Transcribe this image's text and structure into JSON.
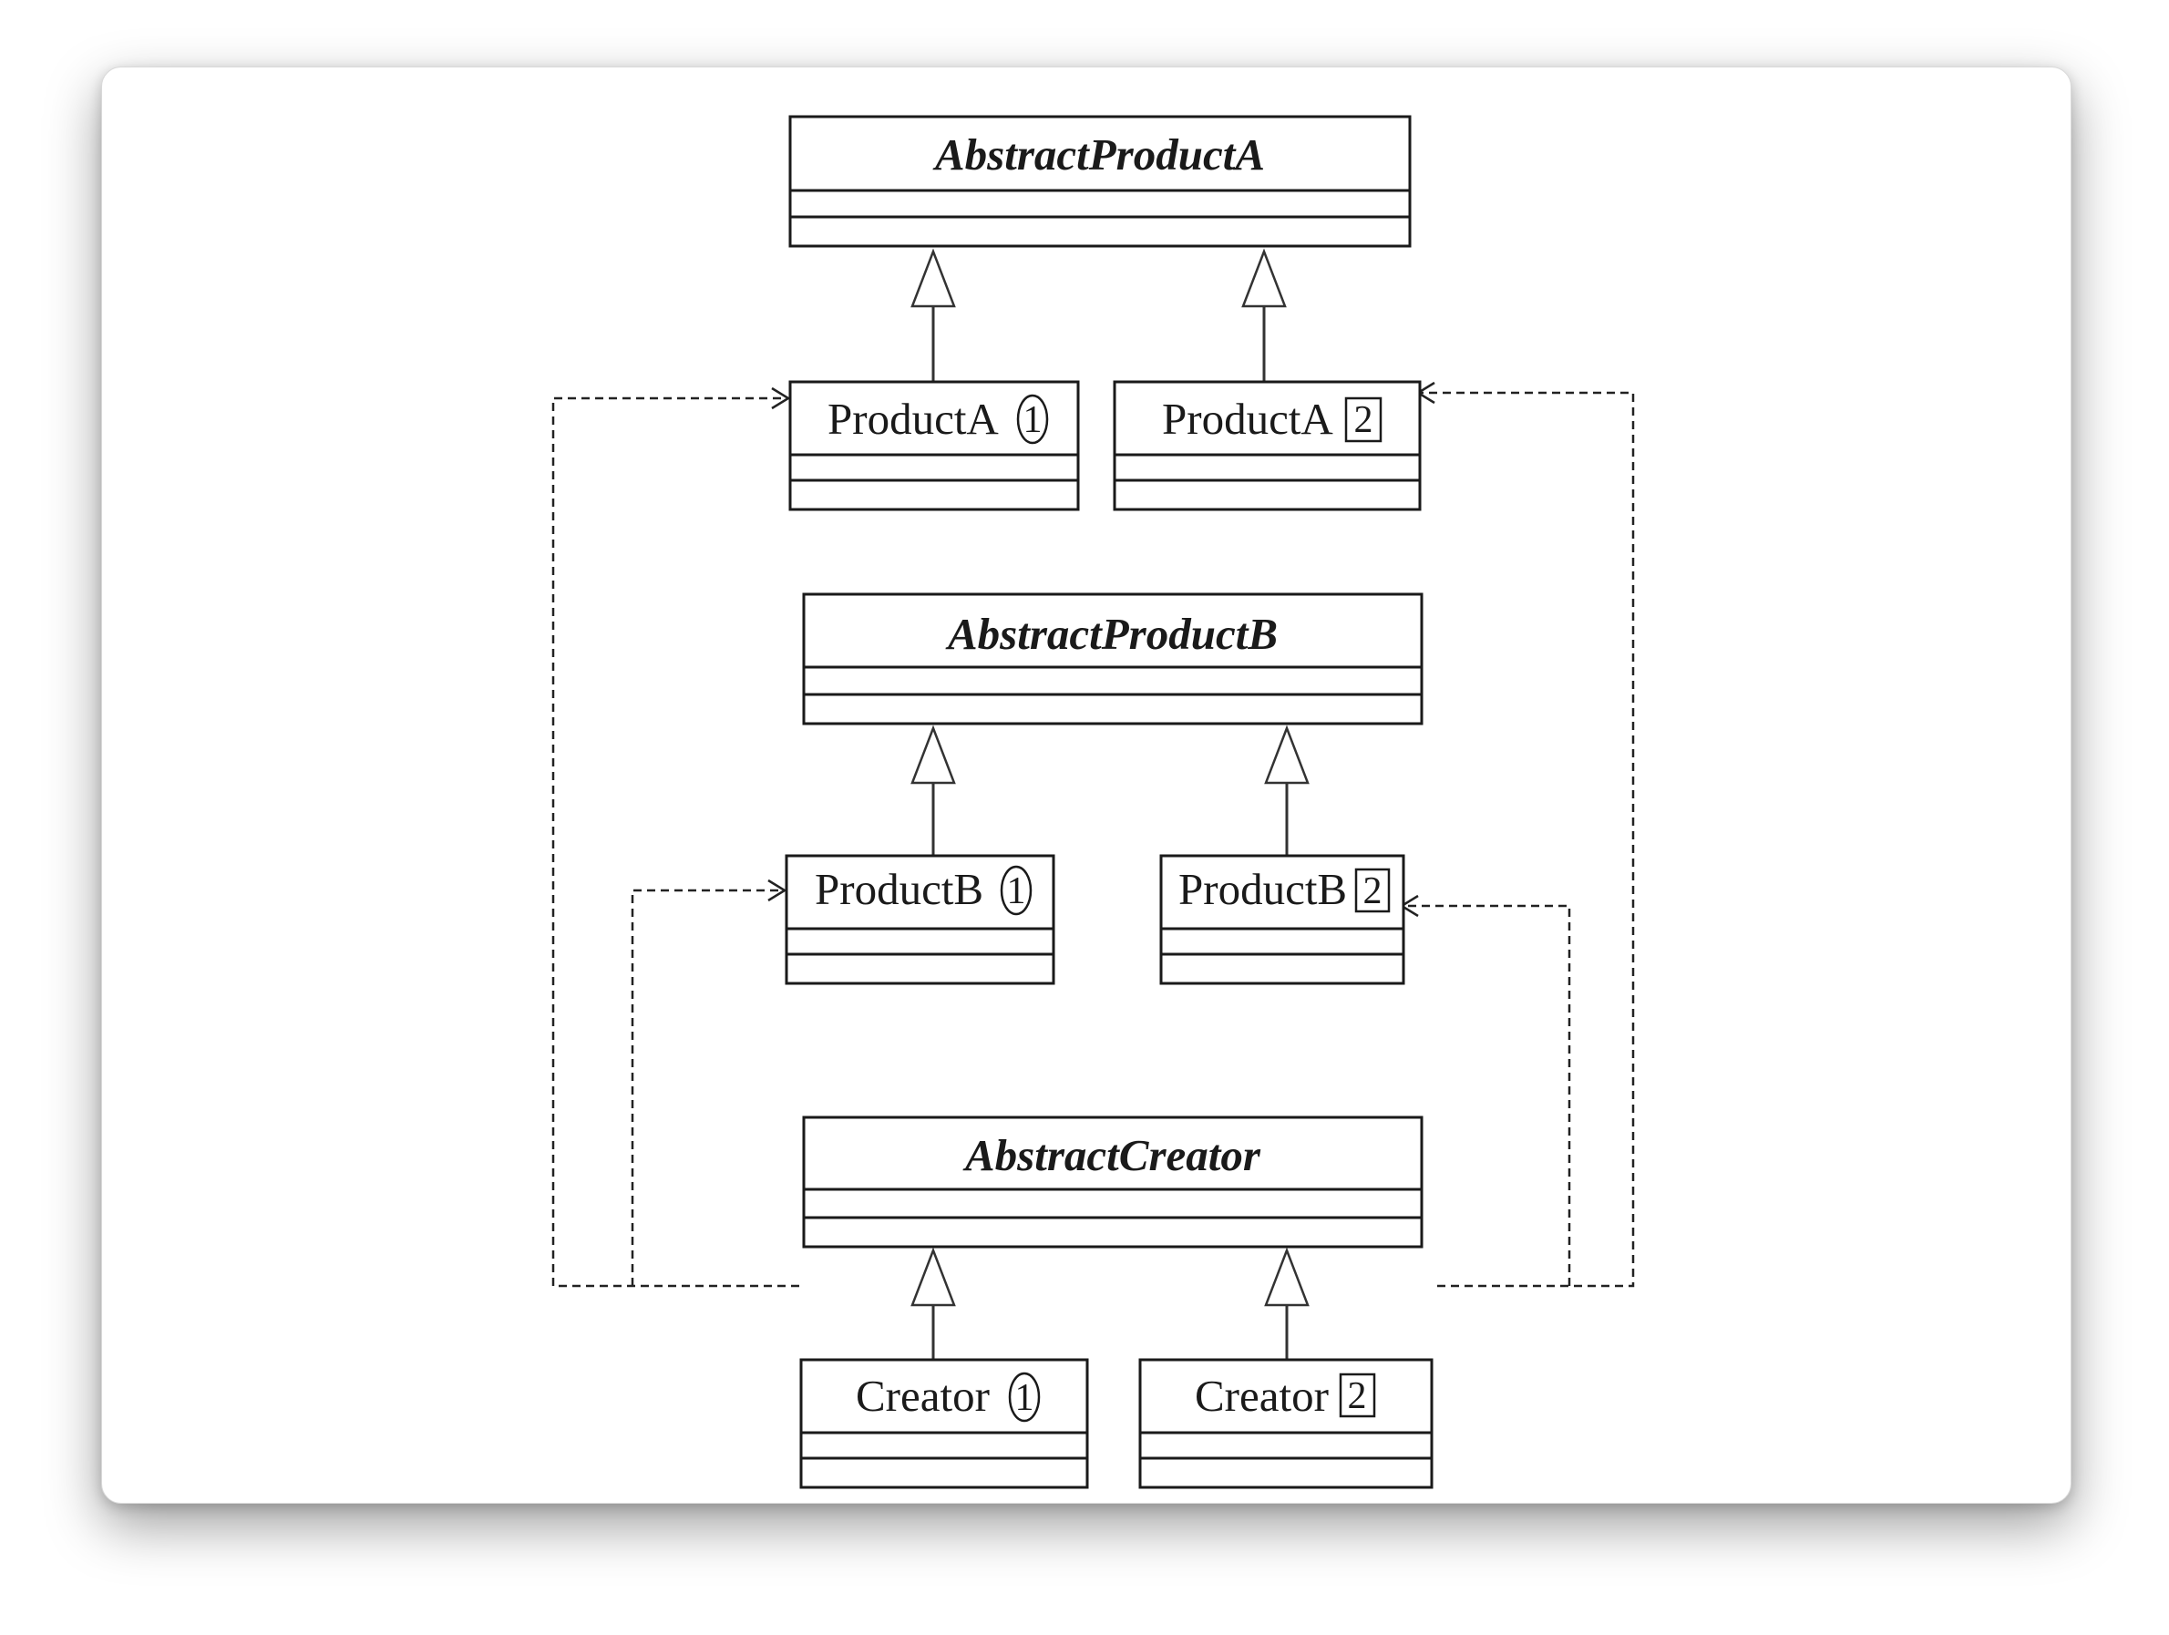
{
  "diagram": {
    "classes": {
      "abstract_product_a": {
        "name": "AbstractProductA"
      },
      "abstract_product_b": {
        "name": "AbstractProductB"
      },
      "abstract_creator": {
        "name": "AbstractCreator"
      },
      "product_a1": {
        "name": "ProductA",
        "marker": "1"
      },
      "product_a2": {
        "name": "ProductA",
        "marker": "2"
      },
      "product_b1": {
        "name": "ProductB",
        "marker": "1"
      },
      "product_b2": {
        "name": "ProductB",
        "marker": "2"
      },
      "creator1": {
        "name": "Creator",
        "marker": "1"
      },
      "creator2": {
        "name": "Creator",
        "marker": "2"
      }
    }
  }
}
